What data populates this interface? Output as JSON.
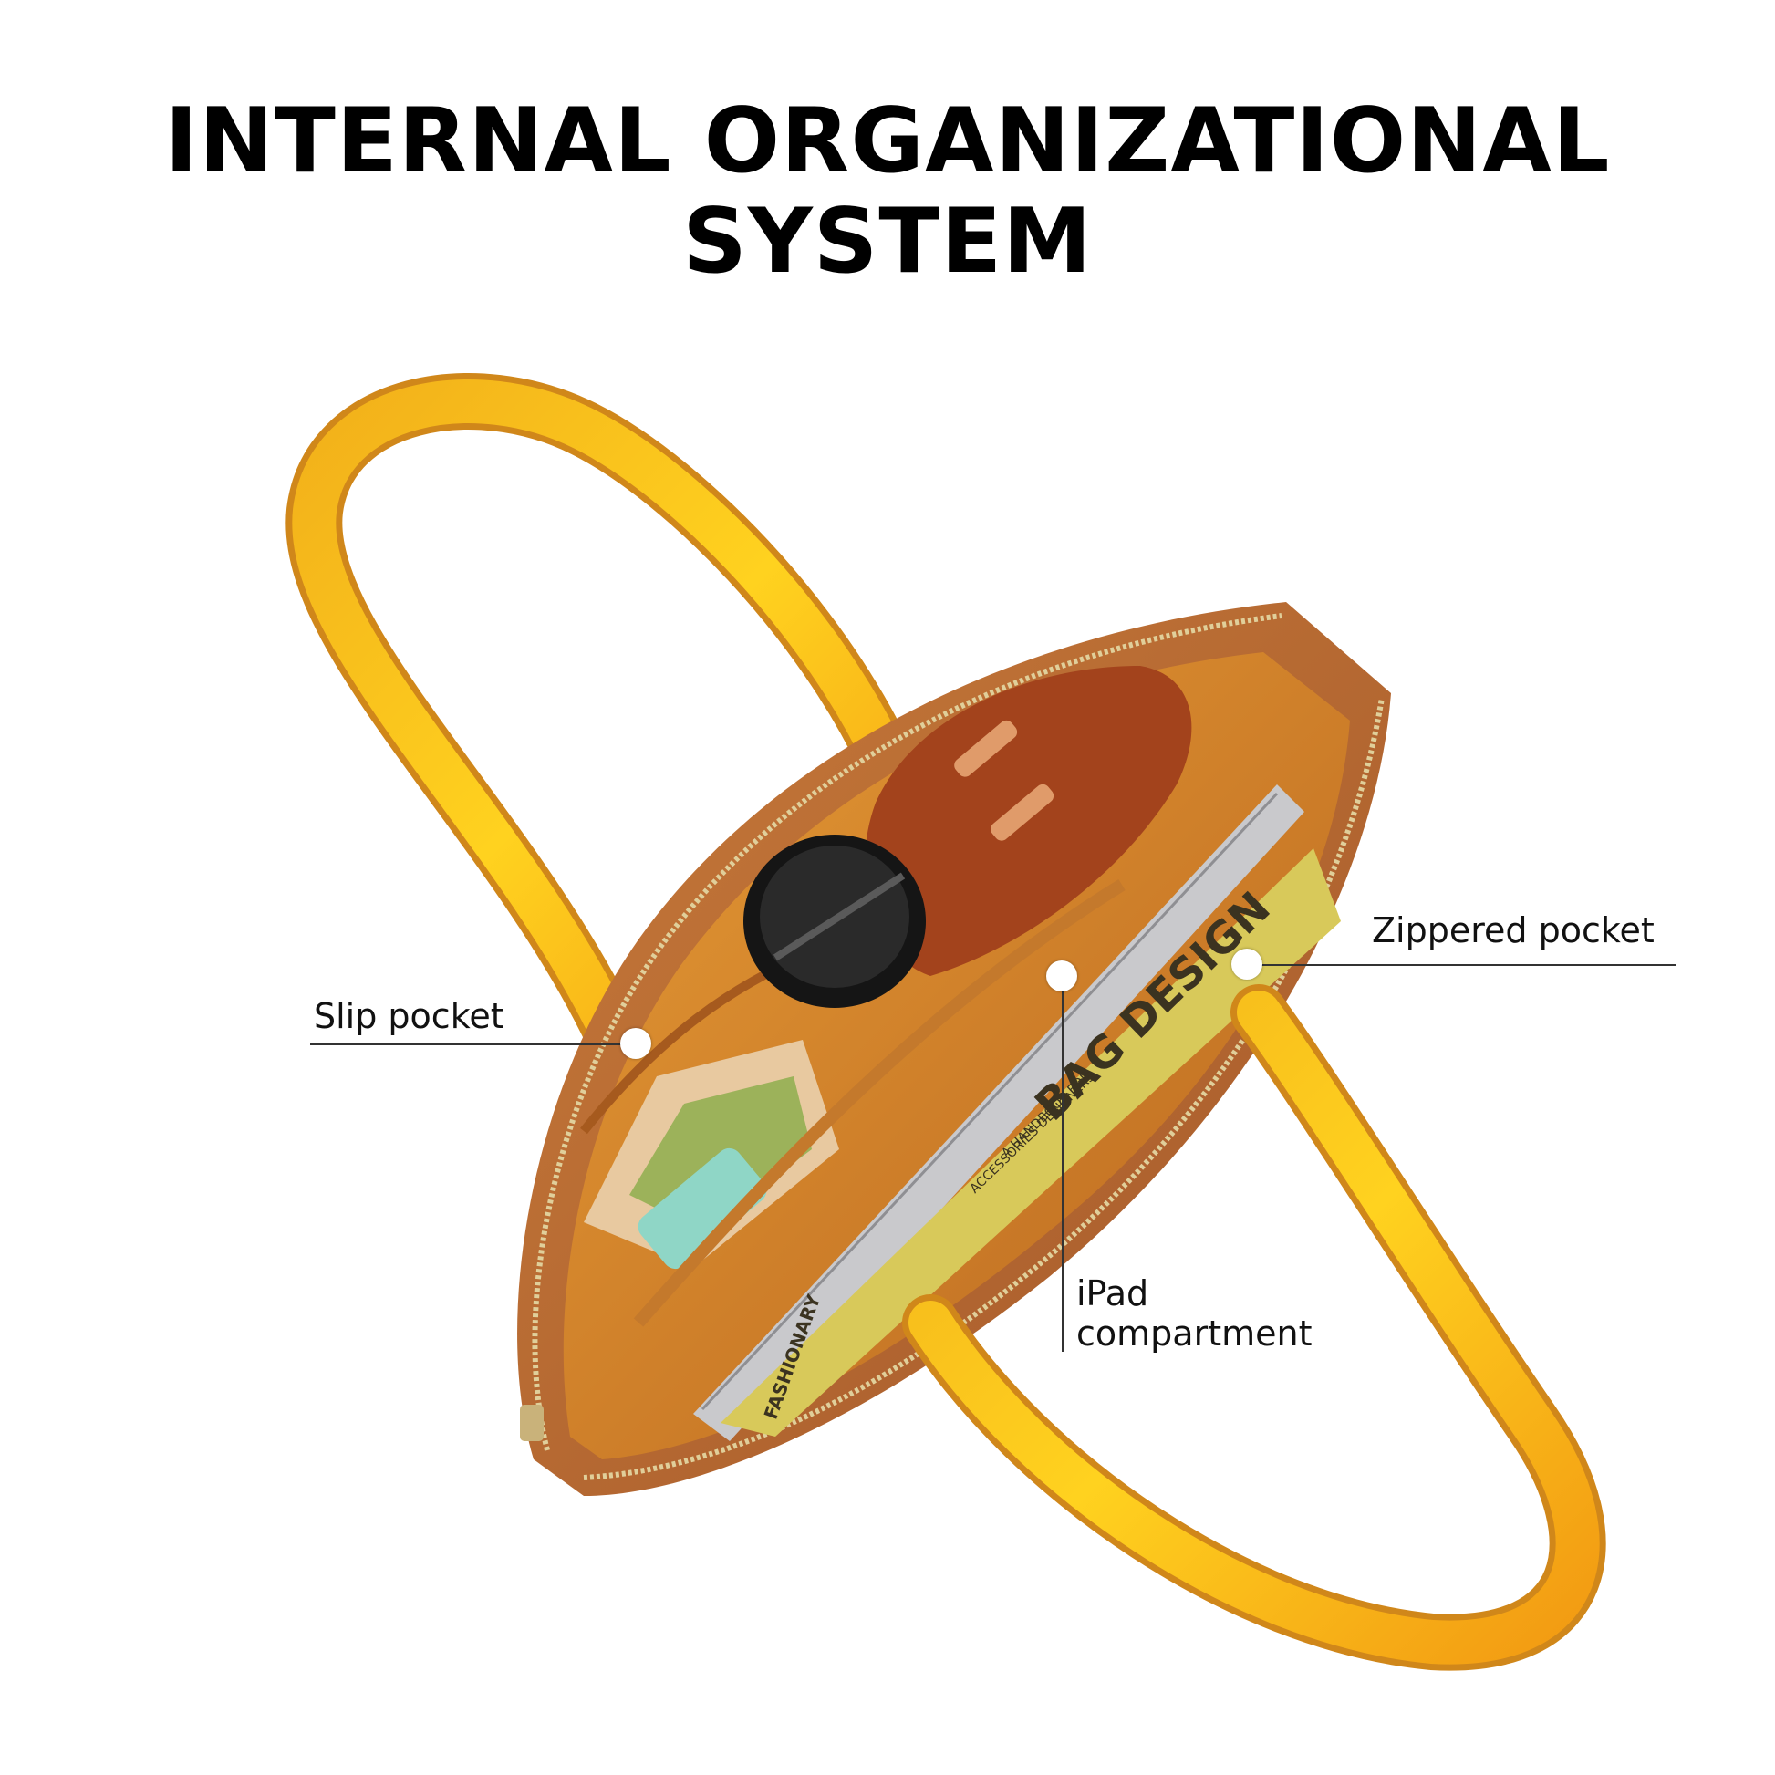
{
  "headline": {
    "line1": "INTERNAL ORGANIZATIONAL",
    "line2": "SYSTEM"
  },
  "callouts": {
    "slip_pocket": "Slip pocket",
    "zippered_pocket": "Zippered pocket",
    "ipad_line1": "iPad",
    "ipad_line2": "compartment"
  },
  "book": {
    "title": "BAG DESIGN",
    "subtitle_line1": "A HANDBOOK FOR",
    "subtitle_line2": "ACCESSORIES DESIGNERS",
    "spine": "FASHIONARY"
  },
  "colors": {
    "background": "#ffffff",
    "headline": "#000000",
    "handle_yellow": "#f6b919",
    "handle_edge": "#d98a1c",
    "bag_tan": "#b8692e",
    "lining": "#c97a2c",
    "pouch_rust": "#a3431c",
    "book_yellow": "#d8c95a",
    "ipad_silver": "#c9c9cc"
  }
}
